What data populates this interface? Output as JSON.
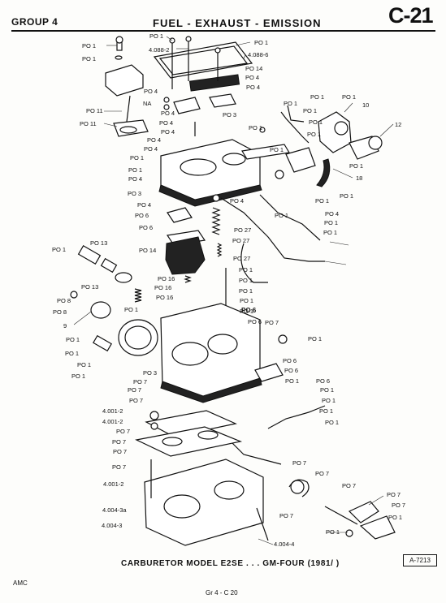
{
  "header": {
    "group": "GROUP 4",
    "title": "FUEL - EXHAUST - EMISSION",
    "page_id": "C-21"
  },
  "caption": "CARBURETOR MODEL E2SE . . . GM-FOUR (1981/ )",
  "figure_number": "A-7213",
  "footer": {
    "left": "AMC",
    "center": "Gr 4 - C 20"
  },
  "callouts": [
    "PO 1",
    "PO 1",
    "PO 1",
    "4.088-2",
    "PO 1",
    "4.088-6",
    "PO 14",
    "PO 4",
    "PO 4",
    "PO 4",
    "NA",
    "PO 1",
    "PO 1",
    "PO 11",
    "PO 11",
    "PO 4",
    "PO 4",
    "PO 4",
    "PO 3",
    "PO 4",
    "PO 1",
    "PO 1",
    "10",
    "PO 1",
    "12",
    "PO 1",
    "PO 1",
    "PO 1",
    "PO 1",
    "PO 4",
    "PO 1",
    "18",
    "PO 3",
    "PO 1",
    "PO 1",
    "PO 4",
    "PO 4",
    "PO 1",
    "PO 6",
    "PO 4",
    "PO 1",
    "PO 6",
    "PO 27",
    "PO 4",
    "PO 1",
    "PO 27",
    "PO 1",
    "PO 13",
    "PO 14",
    "PO 27",
    "PO 1",
    "PO 1",
    "PO 1",
    "PO 16",
    "PO 1",
    "PO 16",
    "PO 13",
    "PO 1",
    "PO 8",
    "PO 16",
    "PO 1",
    "PO 8",
    "PO 1",
    "PO 6",
    "9",
    "PO 7",
    "PO 6",
    "PO 1",
    "PO 1",
    "PO 1",
    "PO 1",
    "PO 6",
    "PO 6",
    "PO 1",
    "PO 3",
    "PO 1",
    "PO 7",
    "PO 6",
    "PO 7",
    "PO 1",
    "PO 7",
    "PO 1",
    "4.001-2",
    "PO 1",
    "4.001-2",
    "PO 1",
    "PO 7",
    "PO 7",
    "PO 7",
    "PO 7",
    "PO 7",
    "PO 7",
    "4.001-2",
    "PO 7",
    "PO 7",
    "PO 7",
    "4.004-3a",
    "PO 7",
    "4.004-3",
    "PO 1",
    "4.004-4",
    "PO 1"
  ]
}
